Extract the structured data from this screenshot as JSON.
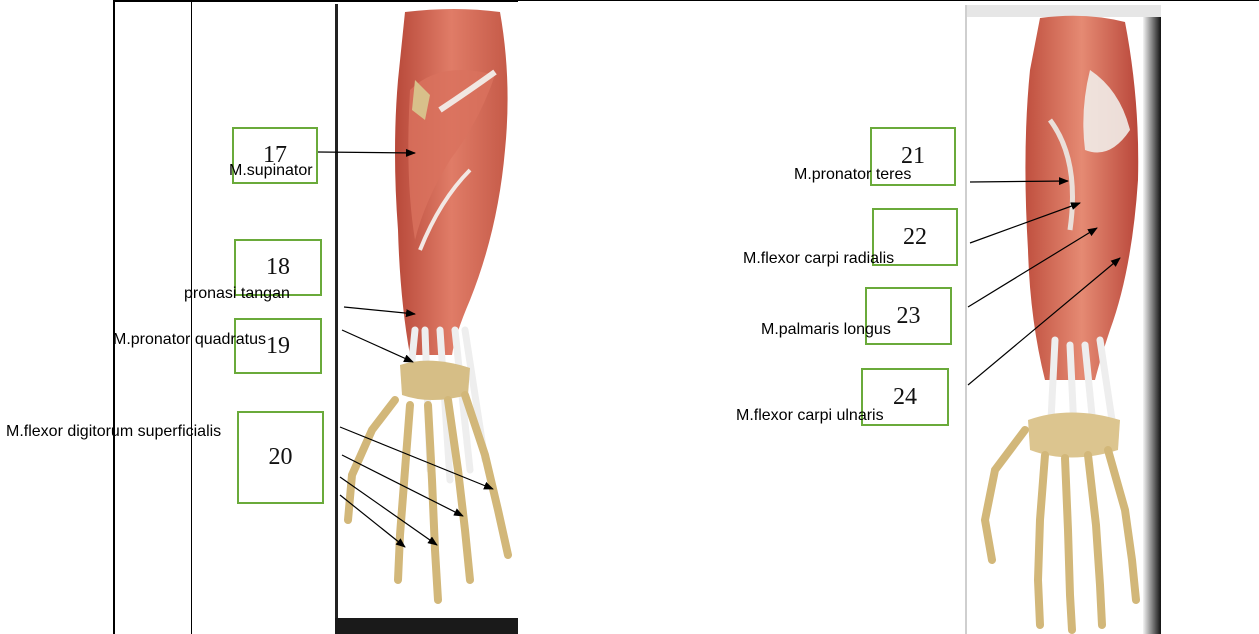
{
  "numbers": {
    "n17": "17",
    "n18": "18",
    "n19": "19",
    "n20": "20",
    "n21": "21",
    "n22": "22",
    "n23": "23",
    "n24": "24"
  },
  "labels": {
    "supinator": "M.supinator",
    "pronasi": "pronasi tangan",
    "pronator_quadratus": "M.pronator quadratus",
    "flexor_digitorum": "M.flexor digitorum superficialis",
    "pronator_teres": "M.pronator teres",
    "flexor_carpi_radialis": "M.flexor carpi radialis",
    "palmaris_longus": "M.palmaris longus",
    "flexor_carpi_ulnaris": "M.flexor carpi ulnaris"
  }
}
